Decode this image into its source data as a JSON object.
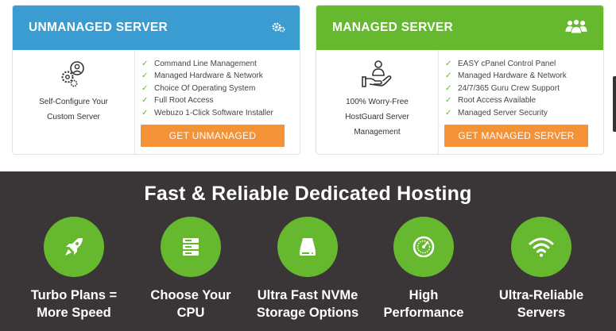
{
  "unmanaged": {
    "title": "UNMANAGED SERVER",
    "header_icon": "gears-icon",
    "left_icon": "gear-person-icon",
    "left_text_1": "Self-Configure Your",
    "left_text_2": "Custom Server",
    "features": [
      "Command Line Management",
      "Managed Hardware & Network",
      "Choice Of Operating System",
      "Full Root Access",
      "Webuzo 1-Click Software Installer"
    ],
    "cta": "GET UNMANAGED",
    "accent": "#3a9cd1"
  },
  "managed": {
    "title": "MANAGED SERVER",
    "header_icon": "users-icon",
    "left_icon": "hand-person-icon",
    "left_text_1": "100% Worry-Free",
    "left_text_2": "HostGuard Server",
    "left_text_3": "Management",
    "features": [
      "EASY cPanel Control Panel",
      "Managed Hardware & Network",
      "24/7/365 Guru Crew Support",
      "Root Access Available",
      "Managed Server Security"
    ],
    "cta": "GET MANAGED SERVER",
    "accent": "#66b82e"
  },
  "cta_color": "#f39237",
  "section": {
    "title": "Fast & Reliable Dedicated Hosting",
    "features": [
      {
        "icon": "rocket-icon",
        "line1": "Turbo Plans =",
        "line2": "More Speed"
      },
      {
        "icon": "server-stack-icon",
        "line1": "Choose Your",
        "line2": "CPU"
      },
      {
        "icon": "drive-icon",
        "line1": "Ultra Fast NVMe",
        "line2": "Storage Options"
      },
      {
        "icon": "gauge-icon",
        "line1": "High",
        "line2": "Performance"
      },
      {
        "icon": "wifi-icon",
        "line1": "Ultra-Reliable",
        "line2": "Servers"
      }
    ]
  }
}
